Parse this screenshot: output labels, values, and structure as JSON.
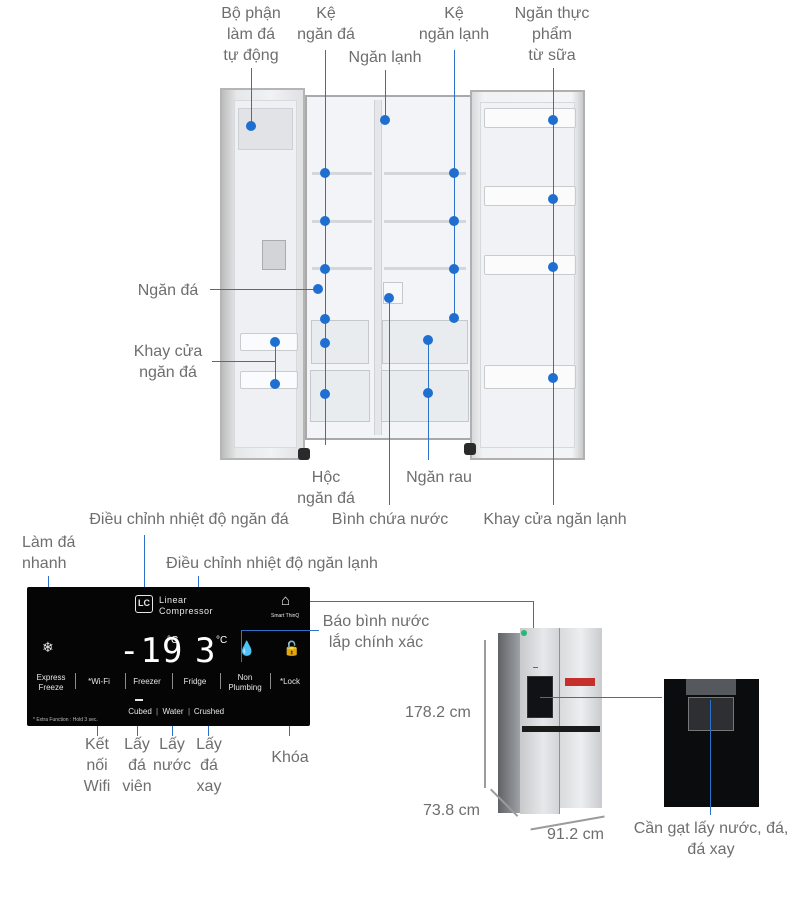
{
  "diagram": {
    "title": "LG side-by-side refrigerator features",
    "accent_color": "#1f6fd1",
    "line_color": "#2b72c8",
    "text_color": "#6e6e6e"
  },
  "interior_labels": {
    "ice_maker": "Bộ phận\nlàm đá\ntự động",
    "freezer_shelf": "Kệ\nngăn đá",
    "fridge_compartment": "Ngăn lạnh",
    "fridge_shelf": "Kệ\nngăn lạnh",
    "dairy_compartment": "Ngăn thực\nphẩm\ntừ sữa",
    "freezer_compartment": "Ngăn đá",
    "freezer_door_bins": "Khay cửa\nngăn đá",
    "freezer_drawer": "Hộc\nngăn đá",
    "crisper": "Ngăn rau",
    "water_tank": "Bình chứa nước",
    "fridge_door_bins": "Khay cửa ngăn lạnh"
  },
  "panel_labels": {
    "freezer_temp": "Điều chỉnh nhiệt độ ngăn đá",
    "express_freeze": "Làm đá\nnhanh",
    "fridge_temp": "Điều chỉnh nhiệt độ ngăn lạnh",
    "water_tank_alert": "Báo bình nước\nlắp chính xác",
    "wifi": "Kết\nnối\nWifi",
    "cubed": "Lấy\nđá\nviên",
    "water": "Lấy\nnước",
    "crushed": "Lấy\nđá\nxay",
    "lock": "Khóa"
  },
  "control_panel": {
    "brand_logo": "LC",
    "brand_text": "Linear\nCompressor",
    "smart_thinq": "Smart ThinQ",
    "freezer_temp": "-19",
    "fridge_temp": "3",
    "unit": "°C",
    "buttons": [
      {
        "label": "Express\nFreeze",
        "icon": "snowflake-icon"
      },
      {
        "label": "*Wi-Fi",
        "icon": ""
      },
      {
        "label": "Freezer",
        "icon": ""
      },
      {
        "label": "Fridge",
        "icon": ""
      },
      {
        "label": "Non\nPlumbing",
        "icon": "water-drop-icon"
      },
      {
        "label": "*Lock",
        "icon": "lock-icon"
      }
    ],
    "dispense_options": [
      "Cubed",
      "Water",
      "Crushed"
    ],
    "footnote": "* Extra Function : Hold 3 sec."
  },
  "dimensions": {
    "height": "178.2 cm",
    "depth": "73.8 cm",
    "width": "91.2 cm"
  },
  "dispenser_label": "Cần gạt lấy nước, đá,\nđá xay"
}
